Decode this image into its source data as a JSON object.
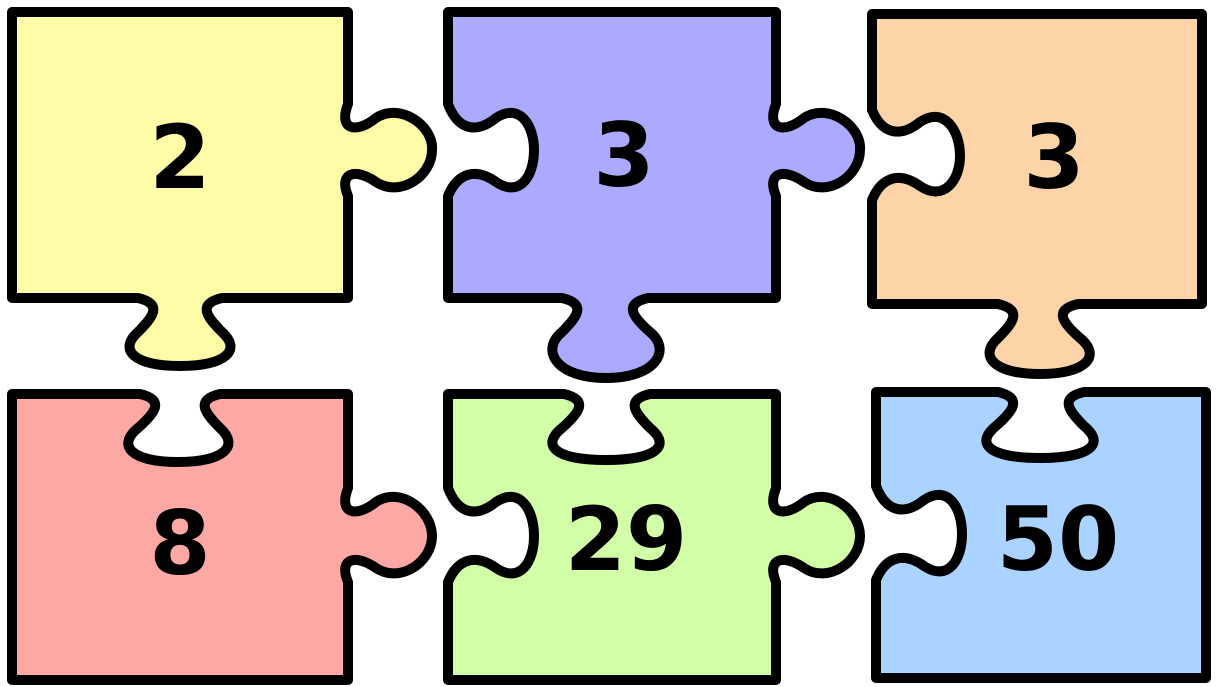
{
  "pieces": [
    {
      "number": "2",
      "color": "#fefca6"
    },
    {
      "number": "3",
      "color": "#abaaff"
    },
    {
      "number": "3",
      "color": "#fdd3a8"
    },
    {
      "number": "8",
      "color": "#fea8a6"
    },
    {
      "number": "29",
      "color": "#d2fea8"
    },
    {
      "number": "50",
      "color": "#aad3ff"
    }
  ]
}
